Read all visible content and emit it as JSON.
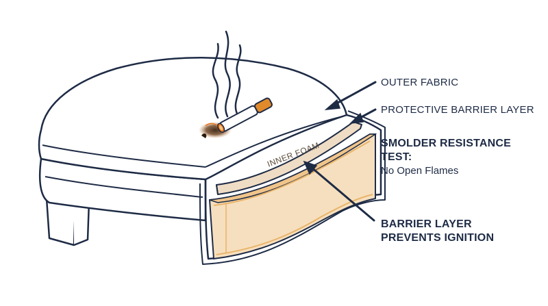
{
  "diagram": {
    "inner_layer_label": "INNER FOAM",
    "callouts": {
      "outer_fabric": "OUTER FABRIC",
      "protective_barrier": "PROTECTIVE BARRIER LAYER",
      "smolder_title_line1": "SMOLDER RESISTANCE",
      "smolder_title_line2": "TEST:",
      "smolder_sub": "No Open Flames",
      "prevents_line1": "BARRIER LAYER",
      "prevents_line2": "PREVENTS IGNITION"
    },
    "icons": [
      "cigarette-icon",
      "smoke-icon",
      "burn-mark-icon"
    ],
    "colors": {
      "ink": "#1e2b45",
      "foam": "#f6dfbe",
      "foam_edge": "#e9b46a",
      "barrier": "#efdcc4",
      "cigarette_filter": "#e08a2c",
      "ember": "#e8741a"
    }
  }
}
